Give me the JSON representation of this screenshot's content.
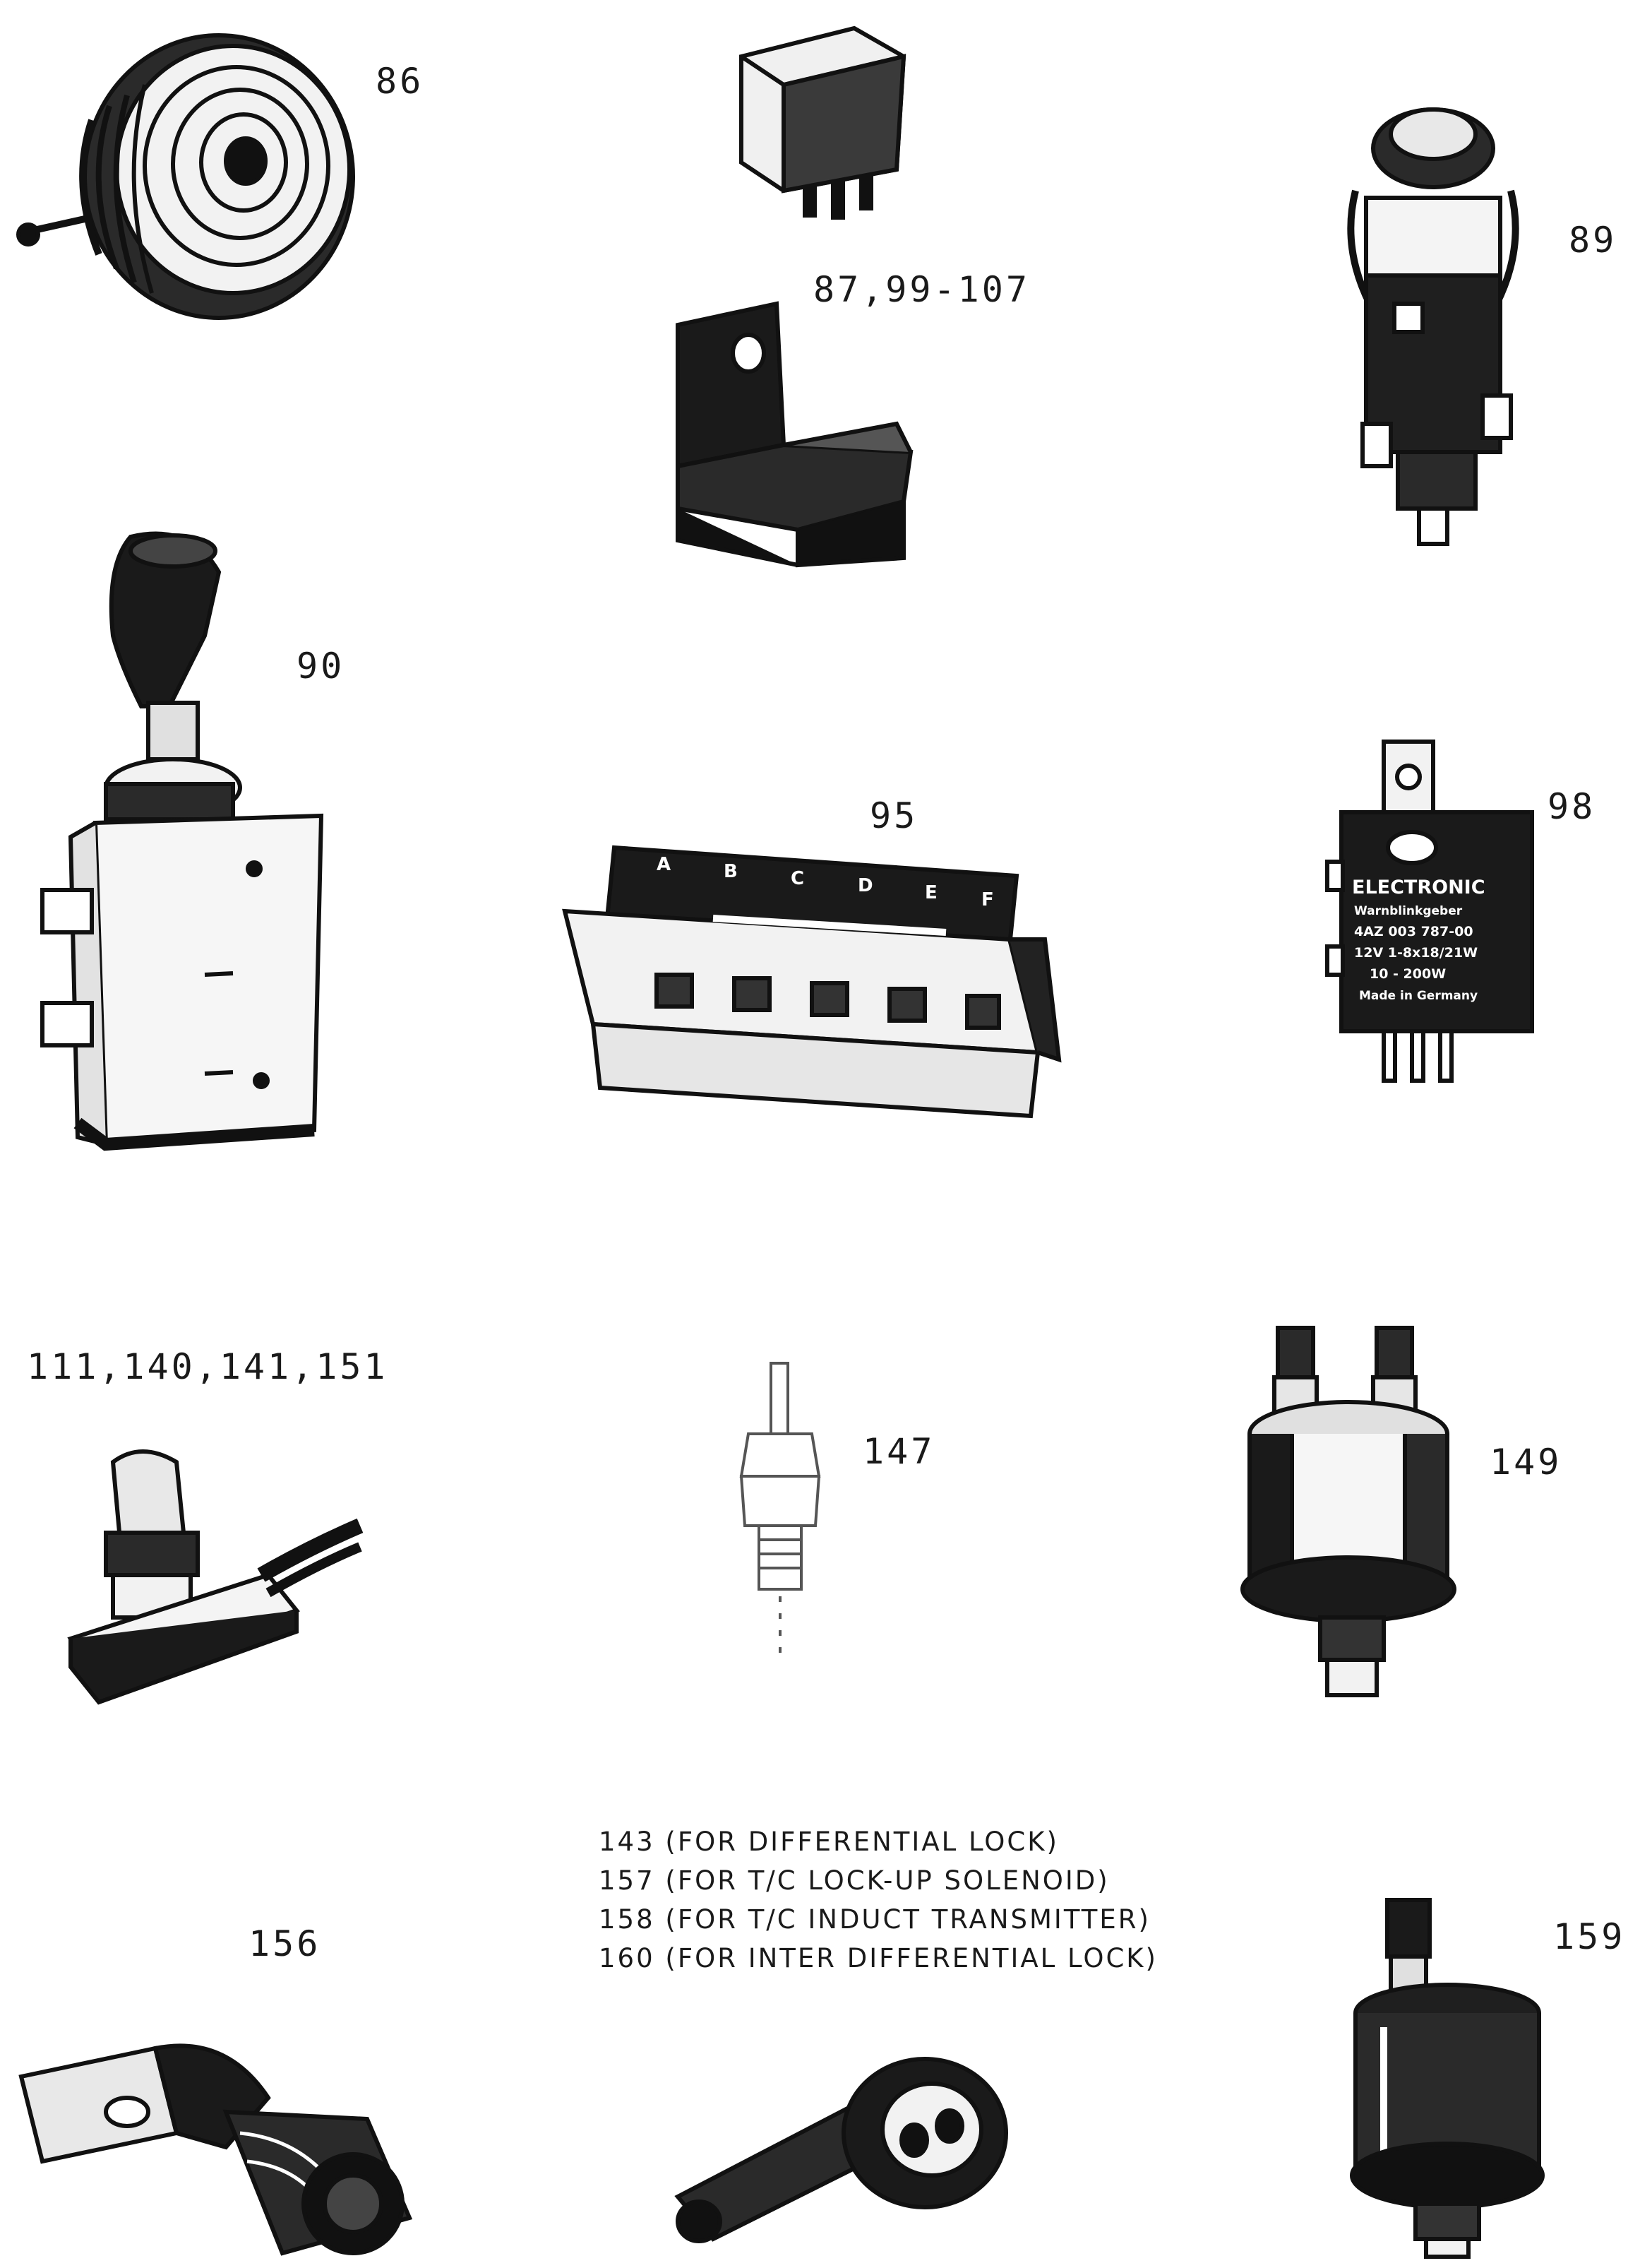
{
  "labels": {
    "p86": "86",
    "p87": "87,99-107",
    "p89": "89",
    "p90": "90",
    "p95": "95",
    "p98": "98",
    "p111": "111,140,141,151",
    "p147": "147",
    "p149": "149",
    "p156": "156",
    "p159": "159"
  },
  "legend": [
    "143 (FOR DIFFERENTIAL LOCK)",
    "157 (FOR T/C LOCK-UP SOLENOID)",
    "158 (FOR T/C INDUCT TRANSMITTER)",
    "160 (FOR INTER DIFFERENTIAL LOCK)"
  ],
  "part95_letters": [
    "A",
    "B",
    "C",
    "D",
    "E",
    "F"
  ],
  "part98_text": [
    "ELECTRONIC",
    "Warnblinkgeber",
    "4AZ 003 787-00",
    "12V 1-8x18/21W",
    "10 - 200W",
    "Made in Germany"
  ]
}
